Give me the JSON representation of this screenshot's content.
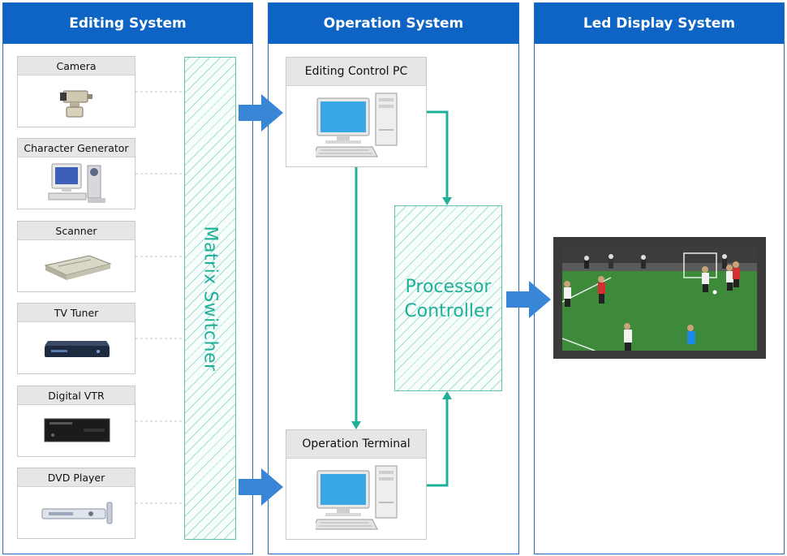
{
  "colors": {
    "header_blue": "#0e64c4",
    "arrow_blue": "#3a86d6",
    "teal": "#1fb09a",
    "card_head": "#e6e6e6"
  },
  "panels": [
    {
      "title": "Editing System"
    },
    {
      "title": "Operation System"
    },
    {
      "title": "Led Display System"
    }
  ],
  "editing_devices": [
    {
      "label": "Camera",
      "icon": "camera-icon"
    },
    {
      "label": "Character Generator",
      "icon": "computer-workstation-icon"
    },
    {
      "label": "Scanner",
      "icon": "scanner-icon"
    },
    {
      "label": "TV Tuner",
      "icon": "tv-tuner-icon"
    },
    {
      "label": "Digital VTR",
      "icon": "vtr-deck-icon"
    },
    {
      "label": "DVD Player",
      "icon": "dvd-player-icon"
    }
  ],
  "matrix_switcher": {
    "label": "Matrix Switcher"
  },
  "operation": {
    "editing_pc": {
      "label": "Editing Control  PC",
      "icon": "desktop-pc-icon"
    },
    "terminal": {
      "label": "Operation Terminal",
      "icon": "desktop-pc-icon"
    },
    "processor": {
      "line1": "Processor",
      "line2": "Controller"
    }
  },
  "led_display": {
    "image": "soccer-match-display-image"
  }
}
